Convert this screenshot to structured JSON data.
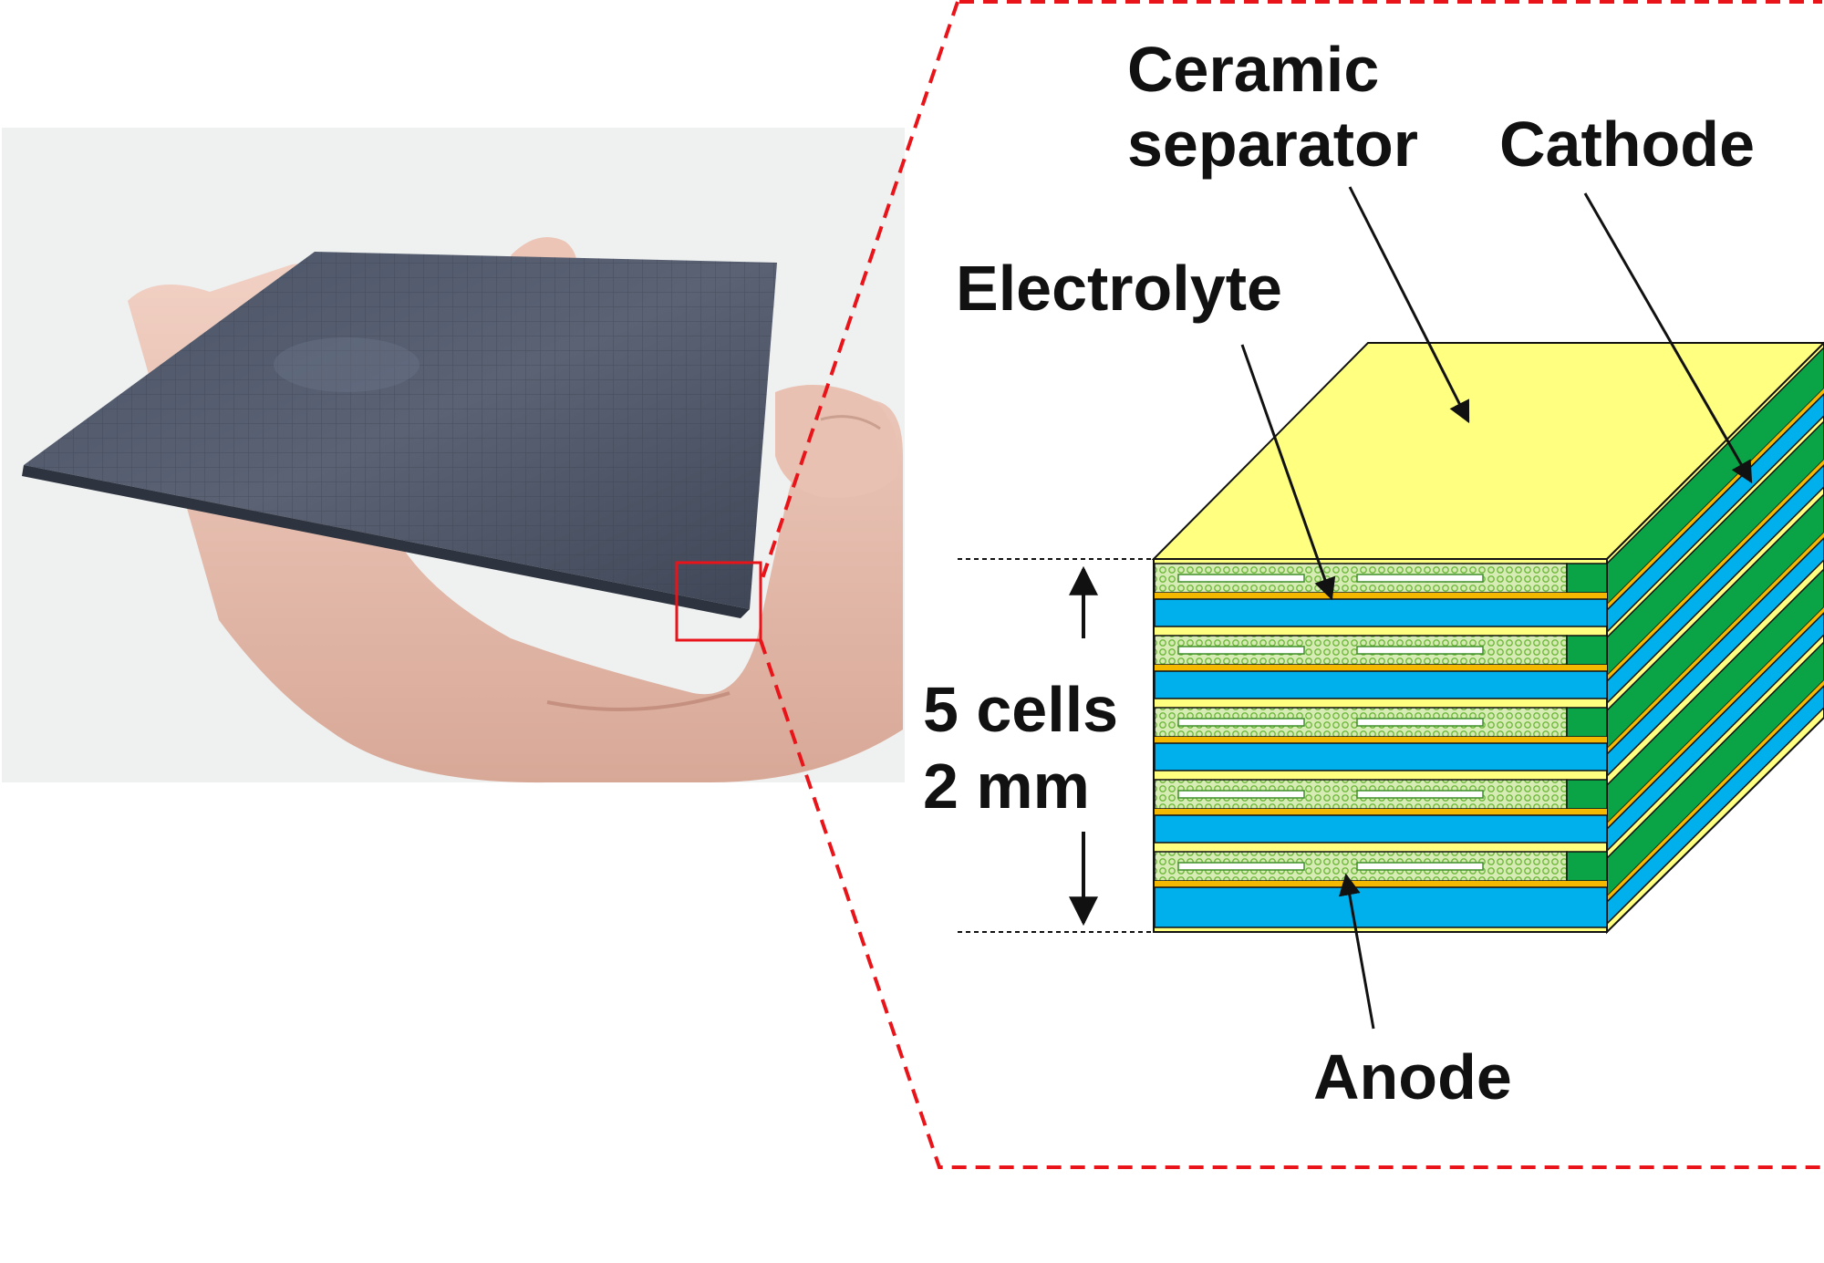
{
  "labels": {
    "ceramic_separator_line1": "Ceramic",
    "ceramic_separator_line2": "separator",
    "cathode": "Cathode",
    "electrolyte": "Electrolyte",
    "anode": "Anode",
    "stack_count": "5 cells",
    "stack_thickness": "2 mm"
  },
  "photo": {
    "subject": "hand holding thin dark grey stacked cell plate"
  },
  "diagram": {
    "cell_count": 5
  },
  "colors": {
    "zoom_outline": "#e8141a",
    "separator": "#ffff80",
    "cathode_layer": "#00b0ec",
    "interconnect": "#f5b800",
    "anode_layer": "#a8d66e",
    "seal": "#0aa345",
    "plate": "#4a5261"
  }
}
